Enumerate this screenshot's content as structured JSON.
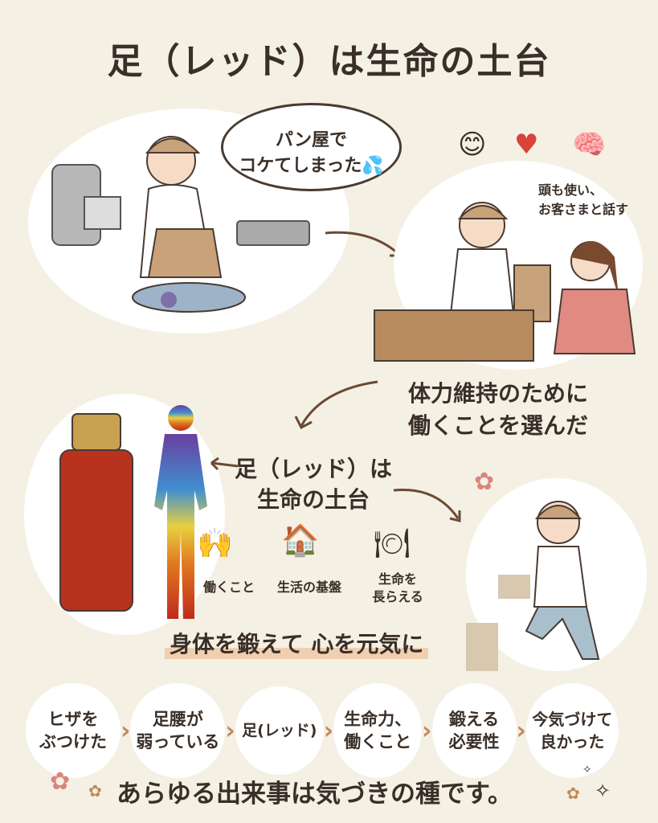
{
  "title": "足（レッド）は生命の土台",
  "scene1": {
    "speech": "パン屋で\nコケてしまった💦"
  },
  "scene2": {
    "caption": "頭も使い、\nお客さまと話す"
  },
  "decision": "体力維持のために\n働くことを選んだ",
  "center": {
    "heading": "足（レッド）は\n生命の土台",
    "icons": [
      {
        "label": "働くこと",
        "icon": "hands-icon"
      },
      {
        "label": "生活の基盤",
        "icon": "house-money-icon"
      },
      {
        "label": "生命を\n長らえる",
        "icon": "food-plate-icon"
      }
    ]
  },
  "slogan": "身体を鍛えて 心を元気に",
  "flow": [
    "ヒザを\nぶつけた",
    "足腰が\n弱っている",
    "足(レッド)",
    "生命力、\n働くこと",
    "鍛える\n必要性",
    "今気づけて\n良かった"
  ],
  "footer": "あらゆる出来事は気づきの種です。",
  "colors": {
    "background": "#f4f0e4",
    "accent": "#c08a5a",
    "bottle": "#b8321e"
  }
}
